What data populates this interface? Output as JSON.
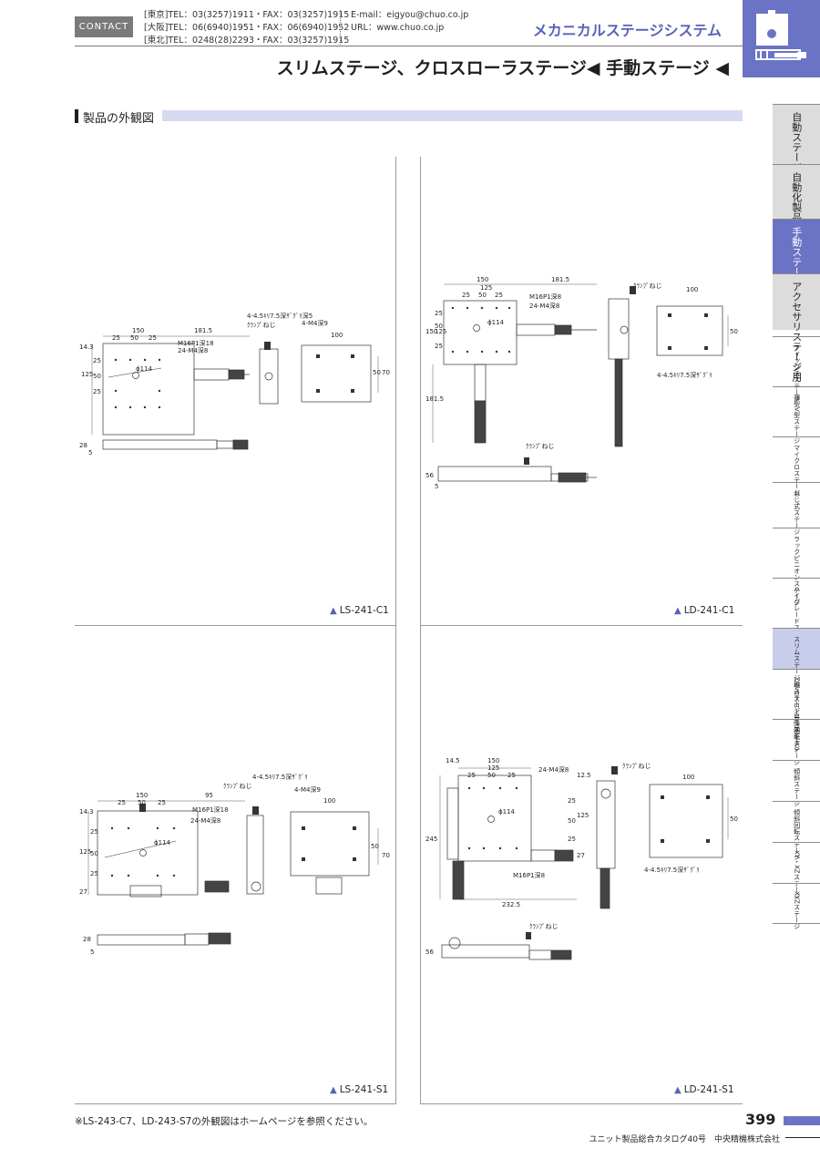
{
  "header": {
    "contact_label": "CONTACT",
    "offices": [
      {
        "city": "[東京]",
        "line": "TEL：03(3257)1911・FAX：03(3257)1915"
      },
      {
        "city": "[大阪]",
        "line": "TEL：06(6940)1951・FAX：06(6940)1952"
      },
      {
        "city": "[東北]",
        "line": "TEL：0248(28)2293・FAX：03(3257)1915"
      }
    ],
    "email": "E-mail：eigyou@chuo.co.jp",
    "url": "URL：www.chuo.co.jp",
    "series_title": "メカニカルステージシステム",
    "page_title": "スリムステージ、クロスローラステージ◀ 手動ステージ ◀",
    "accent_color": "#6b73c4"
  },
  "section": {
    "title": "製品の外観図"
  },
  "drawings": [
    {
      "model": "LS-241-C1",
      "dimensions": [
        "150",
        "181.5",
        "25",
        "50",
        "25",
        "14.3",
        "25",
        "50",
        "25",
        "125",
        "28",
        "5",
        "100",
        "50",
        "70"
      ],
      "notes": [
        "M16P1深18",
        "24-M4深8",
        "ϕ114",
        "4-4.5ｷﾘ7.5深ｻﾞｸﾞﾘ深5",
        "4-M4深9",
        "ｸﾗﾝﾌﾟねじ"
      ]
    },
    {
      "model": "LD-241-C1",
      "dimensions": [
        "150",
        "125",
        "25",
        "50",
        "25",
        "181.5",
        "150",
        "125",
        "25",
        "50",
        "25",
        "181.5",
        "56",
        "5",
        "100",
        "50"
      ],
      "notes": [
        "M16P1深8",
        "24-M4深8",
        "ϕ114",
        "ｸﾗﾝﾌﾟねじ",
        "4-4.5ｷﾘ7.5深ｻﾞｸﾞﾘ",
        "ｸﾗﾝﾌﾟねじ"
      ]
    },
    {
      "model": "LS-241-S1",
      "dimensions": [
        "150",
        "95",
        "25",
        "50",
        "25",
        "14.3",
        "25",
        "50",
        "25",
        "125",
        "27",
        "28",
        "5",
        "100",
        "50",
        "70"
      ],
      "notes": [
        "M16P1深18",
        "24-M4深8",
        "ϕ114",
        "4-4.5ｷﾘ7.5深ｻﾞｸﾞﾘ",
        "4-M4深9",
        "ｸﾗﾝﾌﾟねじ"
      ]
    },
    {
      "model": "LD-241-S1",
      "dimensions": [
        "14.5",
        "150",
        "125",
        "25",
        "50",
        "25",
        "12.5",
        "25",
        "50",
        "125",
        "25",
        "27",
        "245",
        "232.5",
        "56",
        "100",
        "50"
      ],
      "notes": [
        "24-M4深8",
        "ϕ114",
        "M16P1深8",
        "ｸﾗﾝﾌﾟねじ",
        "4-4.5ｷﾘ7.5深ｻﾞｸﾞﾘ",
        "ｸﾗﾝﾌﾟねじ"
      ]
    }
  ],
  "side_nav": {
    "big_items": [
      "自動ステージ",
      "自動化製品顕微鏡用",
      "手動ステージ",
      "アクセサリステージ用"
    ],
    "small_items": [
      "フィックスステージ",
      "薄型V型ステージ",
      "マイクロステージ",
      "ねじ式ステージ",
      "ラックピニオンステージ",
      "ハイグレードステージ",
      "スリムステージ/クロスローラステージ",
      "Z軸ステージ昇降ステージ",
      "回転ステージ",
      "傾斜ステージ",
      "傾斜回転ステージ",
      "XY・XZステージ",
      "XYZステージ"
    ],
    "active_big": 2,
    "active_small": 6
  },
  "footer": {
    "note": "※LS-243-C7、LD-243-S7の外観図はホームページを参照ください。",
    "page_number": "399",
    "catalog": "ユニット製品総合カタログ40号　中央精機株式会社"
  }
}
